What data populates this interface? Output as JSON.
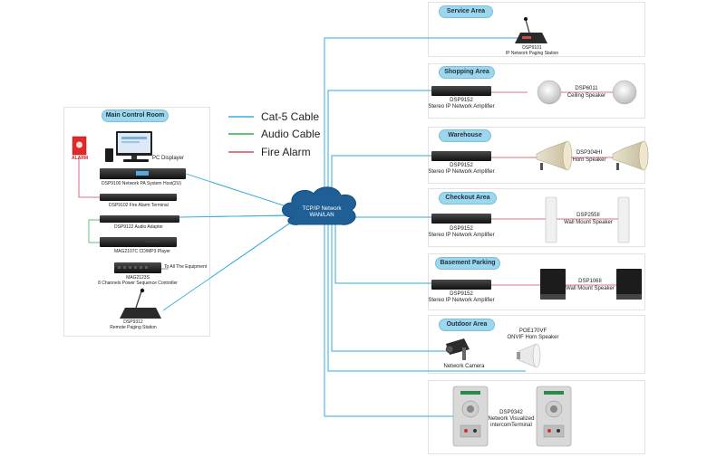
{
  "legend": {
    "cat5": "Cat-5 Cable",
    "audio": "Audio Cable",
    "fire": "Fire Alarm"
  },
  "colors": {
    "cat5": "#33aadd",
    "audio": "#2aa84a",
    "fire": "#d0485c",
    "pill": "#9dd7ee",
    "cloud": "#1f5f96"
  },
  "network": {
    "line1": "TCP/IP Network",
    "line2": "WAN/LAN"
  },
  "control_room": {
    "title": "Main Control Room",
    "pc": "PC Displayer",
    "host": "DSP9100 Network PA System Host(2U)",
    "fire_terminal": "DSP9102 Fire Alarm Terminal",
    "audio_adapter": "DSP9122 Audio Adapter",
    "player": "MAG2107C CD/MP3 Player",
    "to_equipment": "To All The Equipment",
    "power_model": "MAG2123S",
    "power_name": "8 Channels Power Sequence Controller",
    "remote_model": "DSP9312",
    "remote_name": "Remote Paging Station",
    "alarm_sign": "ALARM"
  },
  "areas": {
    "service": {
      "title": "Service Area",
      "model": "DSP9101",
      "name": "IP Network Paging Station"
    },
    "shopping": {
      "title": "Shopping Area",
      "amp_model": "DSP9152",
      "amp_name": "Stereo IP Network Amplifier",
      "spk_model": "DSP6011",
      "spk_name": "Ceiling Speaker"
    },
    "warehouse": {
      "title": "Warehouse",
      "amp_model": "DSP9152",
      "amp_name": "Stereo IP Network Amplifier",
      "spk_model": "DSP304HI",
      "spk_name": "Horn Speaker"
    },
    "checkout": {
      "title": "Checkout Area",
      "amp_model": "DSP9152",
      "amp_name": "Stereo IP Network Amplifier",
      "spk_model": "DSP255II",
      "spk_name": "Wall Mount Speaker"
    },
    "basement": {
      "title": "Basement Parking",
      "amp_model": "DSP9152",
      "amp_name": "Stereo IP Network Amplifier",
      "spk_model": "DSP106II",
      "spk_name": "Wall Mount Speaker"
    },
    "outdoor": {
      "title": "Outdoor Area",
      "camera": "Network Camera",
      "horn_model": "POE170VF",
      "horn_name": "ONVIF Horn Speaker"
    },
    "intercom": {
      "model": "DSP9342",
      "name1": "Network Visualized",
      "name2": "intercomTerminal"
    }
  }
}
